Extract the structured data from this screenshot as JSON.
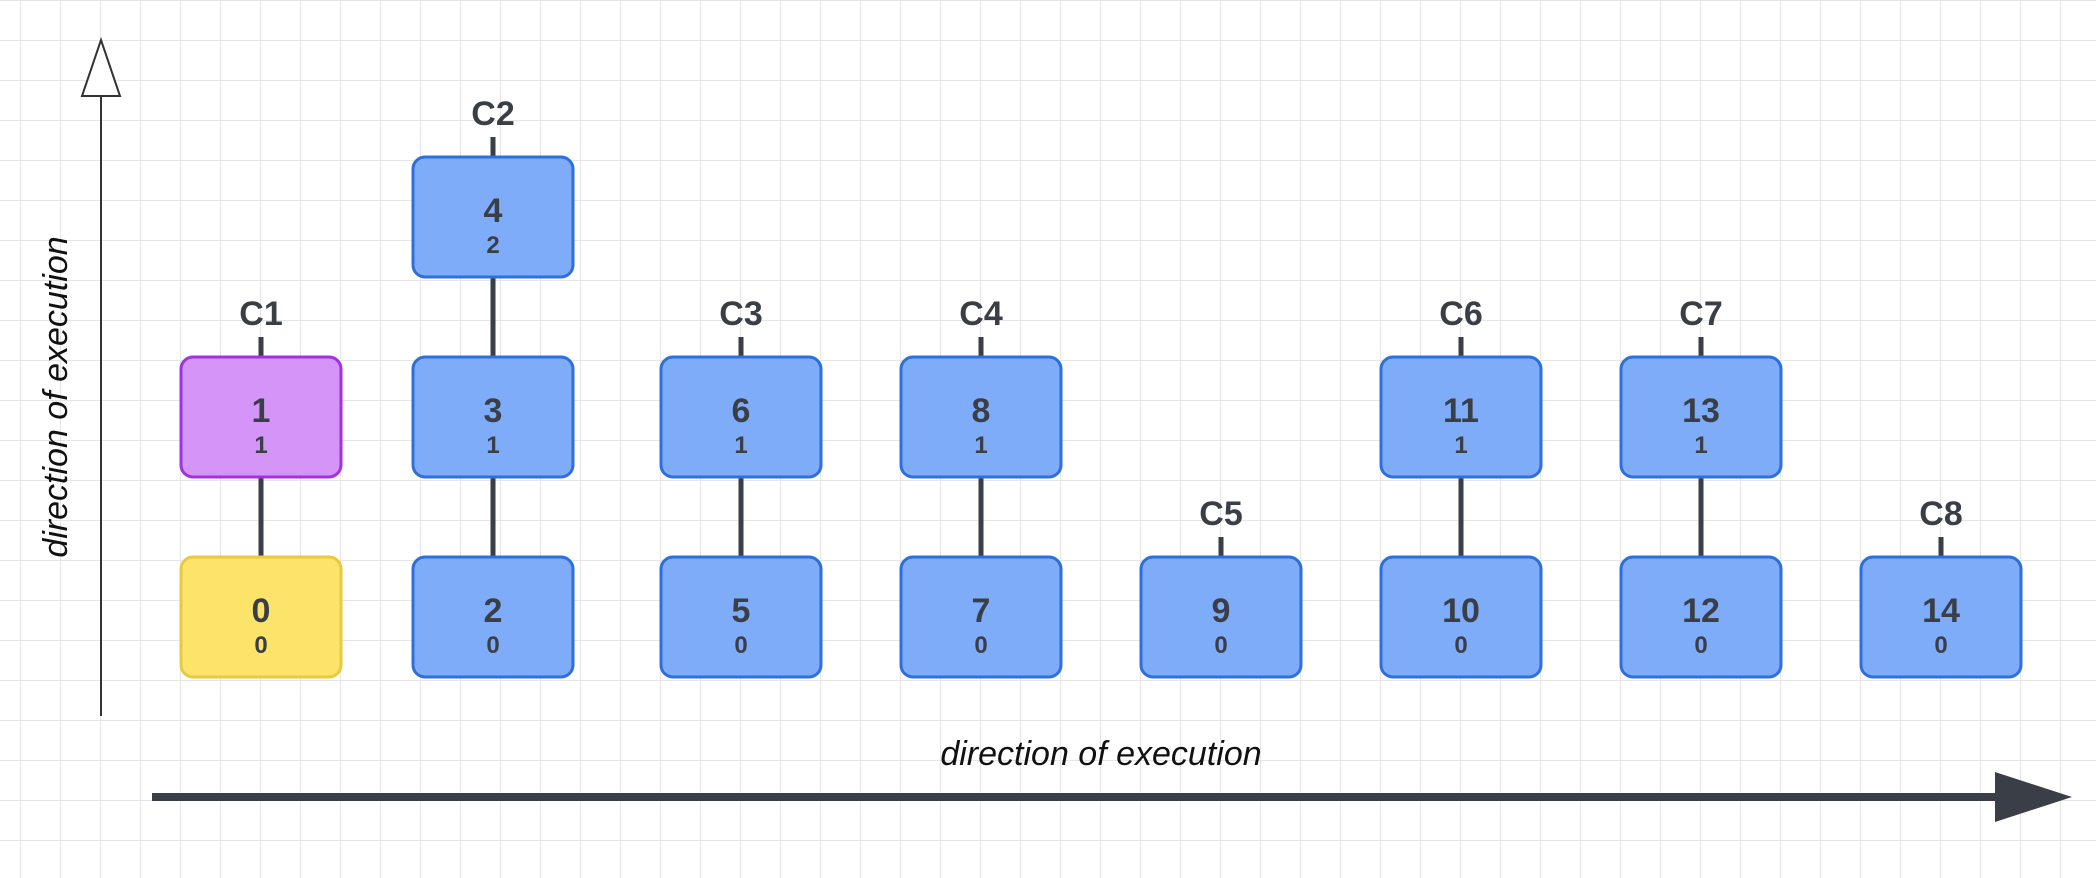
{
  "axes": {
    "x_label": "direction of execution",
    "y_label": "direction of execution"
  },
  "colors": {
    "blue_fill": "#7facf8",
    "blue_stroke": "#2f6fdc",
    "purple_fill": "#d494f8",
    "purple_stroke": "#a032e0",
    "yellow_fill": "#fce36a",
    "yellow_stroke": "#e8c940",
    "connector": "#3a3f47"
  },
  "columns": [
    {
      "label": "C1",
      "nodes": [
        {
          "id": "0",
          "level": "0",
          "style": "yellow"
        },
        {
          "id": "1",
          "level": "1",
          "style": "purple"
        }
      ]
    },
    {
      "label": "C2",
      "nodes": [
        {
          "id": "2",
          "level": "0",
          "style": "blue"
        },
        {
          "id": "3",
          "level": "1",
          "style": "blue"
        },
        {
          "id": "4",
          "level": "2",
          "style": "blue"
        }
      ]
    },
    {
      "label": "C3",
      "nodes": [
        {
          "id": "5",
          "level": "0",
          "style": "blue"
        },
        {
          "id": "6",
          "level": "1",
          "style": "blue"
        }
      ]
    },
    {
      "label": "C4",
      "nodes": [
        {
          "id": "7",
          "level": "0",
          "style": "blue"
        },
        {
          "id": "8",
          "level": "1",
          "style": "blue"
        }
      ]
    },
    {
      "label": "C5",
      "nodes": [
        {
          "id": "9",
          "level": "0",
          "style": "blue"
        }
      ]
    },
    {
      "label": "C6",
      "nodes": [
        {
          "id": "10",
          "level": "0",
          "style": "blue"
        },
        {
          "id": "11",
          "level": "1",
          "style": "blue"
        }
      ]
    },
    {
      "label": "C7",
      "nodes": [
        {
          "id": "12",
          "level": "0",
          "style": "blue"
        },
        {
          "id": "13",
          "level": "1",
          "style": "blue"
        }
      ]
    },
    {
      "label": "C8",
      "nodes": [
        {
          "id": "14",
          "level": "0",
          "style": "blue"
        }
      ]
    }
  ]
}
